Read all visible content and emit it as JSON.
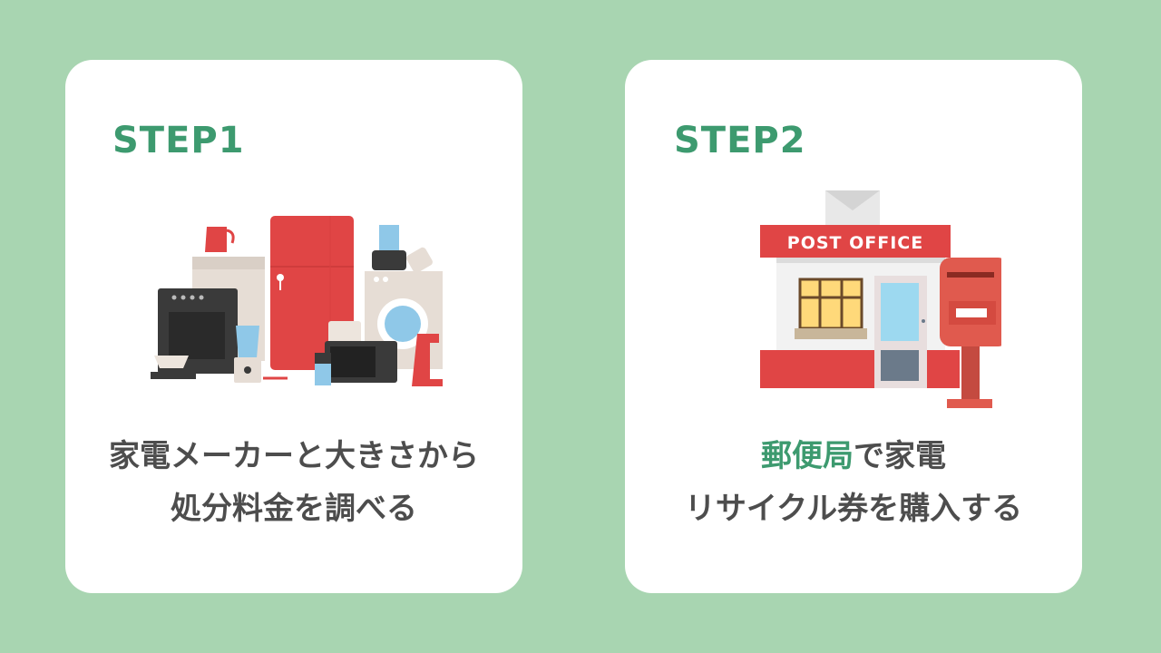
{
  "colors": {
    "background": "#a8d5b1",
    "card": "#ffffff",
    "accent_green": "#3d9a6f",
    "text_gray": "#4d4d4d",
    "appliance_red": "#e04545"
  },
  "cards": [
    {
      "step_label": "STEP1",
      "illustration": "home-appliances-illustration",
      "caption_line1": "家電メーカーと大きさから",
      "caption_line2": "処分料金を調べる"
    },
    {
      "step_label": "STEP2",
      "illustration": "post-office-illustration",
      "sign_text": "POST OFFICE",
      "caption_line1_highlight": "郵便局",
      "caption_line1_rest": "で家電",
      "caption_line2": "リサイクル券を購入する"
    }
  ]
}
